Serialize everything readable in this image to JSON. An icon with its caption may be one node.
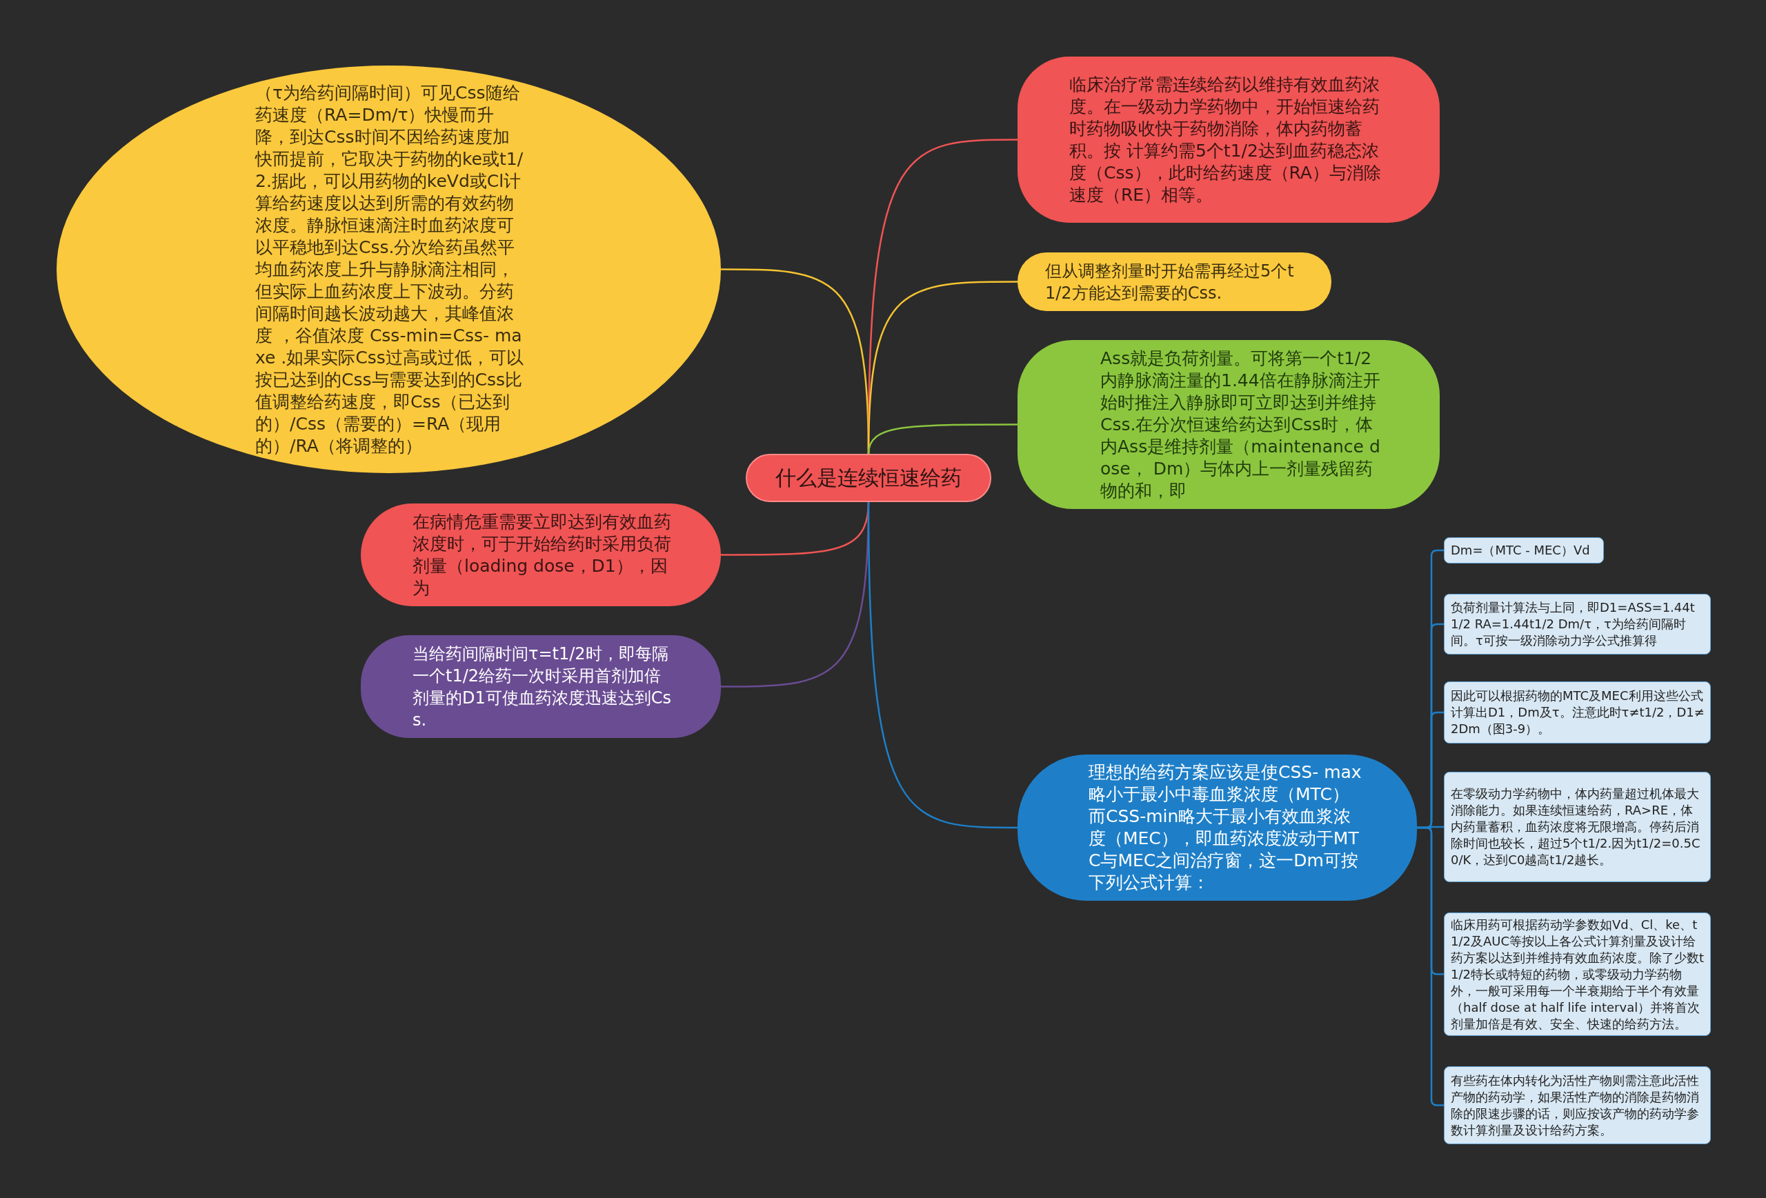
{
  "diagram": {
    "nodes": [
      {
        "text": [
          "什么是连续恒速给药"
        ]
      },
      {
        "text": [
          "（τ为给药间隔时间）可见Css随给药速度（RA=Dm/τ）快慢而升降，到达Css时间不因给药速度加快而提前，它取决于药物的ke或t1/2.据此，可以用药物的keVd或Cl计算给药速度以达到所需的有效药物浓度。静脉恒速滴注时血药浓度可以平稳地到达Css.分次给药虽然平均血药浓度上升与静脉滴注相同，但实际上血药浓度上下波动。分药间隔时间越长波动越大，其峰值浓度 ，谷值浓度 Css-min=Css- maxe .如果实际Css过高或过低，可以按已达到的Css与需要达到的Css比值调整给药速度，即Css（已达到的）/Css（需要的）=RA（现用的）/RA（将调整的）"
        ]
      },
      {
        "text": [
          "临床治疗常需连续给药以维持有效血药浓度。在一级动力学药物中，开始恒速给药时药物吸收快于药物消除，体内药物蓄积。按 计算约需5个t1/2达到血药稳态浓度（Css），此时给药速度（RA）与消除速度（RE）相等。"
        ]
      },
      {
        "text": [
          "但从调整剂量时开始需再经过5个t1/2方能达到需要的Css."
        ]
      },
      {
        "text": [
          "Ass就是负荷剂量。可将第一个t1/2内静脉滴注量的1.44倍在静脉滴注开始时推注入静脉即可立即达到并维持Css.在分次恒速给药达到Css时，体内Ass是维持剂量（maintenance dose， Dm）与体内上一剂量残留药物的和，即"
        ]
      },
      {
        "text": [
          "在病情危重需要立即达到有效血药浓度时，可于开始给药时采用负荷剂量（loading dose，D1），因为"
        ]
      },
      {
        "text": [
          "当给药间隔时间τ=t1/2时，即每隔一个t1/2给药一次时采用首剂加倍剂量的D1可使血药浓度迅速达到Css."
        ]
      },
      {
        "text": [
          "理想的给药方案应该是使CSS- max略小于最小中毒血浆浓度（MTC）而CSS-min略大于最小有效血浆浓度（MEC），即血药浓度波动于MTC与MEC之间治疗窗，这一Dm可按下列公式计算："
        ]
      },
      {
        "text": [
          "Dm=（MTC  -  MEC）Vd"
        ]
      },
      {
        "text": [
          "负荷剂量计算法与上同，即D1=ASS=1.44t1/2 RA=1.44t1/2 Dm/τ，τ为给药间隔时间。τ可按一级消除动力学公式推算得"
        ]
      },
      {
        "text": [
          "因此可以根据药物的MTC及MEC利用这些公式计算出D1，Dm及τ。注意此时τ≠t1/2，D1≠2Dm（图3-9）。"
        ]
      },
      {
        "text": [
          "在零级动力学药物中，体内药量超过机体最大消除能力。如果连续恒速给药，RA>RE，体内药量蓄积，血药浓度将无限增高。停药后消除时间也较长，超过5个t1/2.因为t1/2=0.5C0/K，达到C0越高t1/2越长。"
        ]
      },
      {
        "text": [
          "临床用药可根据药动学参数如Vd、Cl、ke、t1/2及AUC等按以上各公式计算剂量及设计给药方案以达到并维持有效血药浓度。除了少数t1/2特长或特短的药物，或零级动力学药物外，一般可采用每一个半衰期给于半个有效量（half dose at half life interval）并将首次剂量加倍是有效、安全、快速的给药方法。"
        ]
      },
      {
        "text": [
          "有些药在体内转化为活性产物则需注意此活性产物的药动学，如果活性产物的消除是药物消除的限速步骤的话，则应按该产物的药动学参数计算剂量及设计给药方案。"
        ]
      }
    ],
    "edges": [
      {
        "from": 0,
        "to": 1,
        "arrow": "none",
        "color": "#f5c431"
      },
      {
        "from": 0,
        "to": 2,
        "arrow": "none",
        "color": "#f05454"
      },
      {
        "from": 0,
        "to": 3,
        "arrow": "none",
        "color": "#f5c431"
      },
      {
        "from": 0,
        "to": 4,
        "arrow": "none",
        "color": "#8cc63f"
      },
      {
        "from": 0,
        "to": 5,
        "arrow": "none",
        "color": "#f05454"
      },
      {
        "from": 0,
        "to": 6,
        "arrow": "none",
        "color": "#6a4c93"
      },
      {
        "from": 0,
        "to": 7,
        "arrow": "none",
        "color": "#1e7fc8"
      },
      {
        "from": 7,
        "to": 8,
        "arrow": "none",
        "color": "#1e7fc8"
      },
      {
        "from": 7,
        "to": 9,
        "arrow": "none",
        "color": "#1e7fc8"
      },
      {
        "from": 7,
        "to": 10,
        "arrow": "none",
        "color": "#1e7fc8"
      },
      {
        "from": 7,
        "to": 11,
        "arrow": "none",
        "color": "#1e7fc8"
      },
      {
        "from": 7,
        "to": 12,
        "arrow": "none",
        "color": "#1e7fc8"
      },
      {
        "from": 7,
        "to": 13,
        "arrow": "none",
        "color": "#1e7fc8"
      }
    ]
  }
}
